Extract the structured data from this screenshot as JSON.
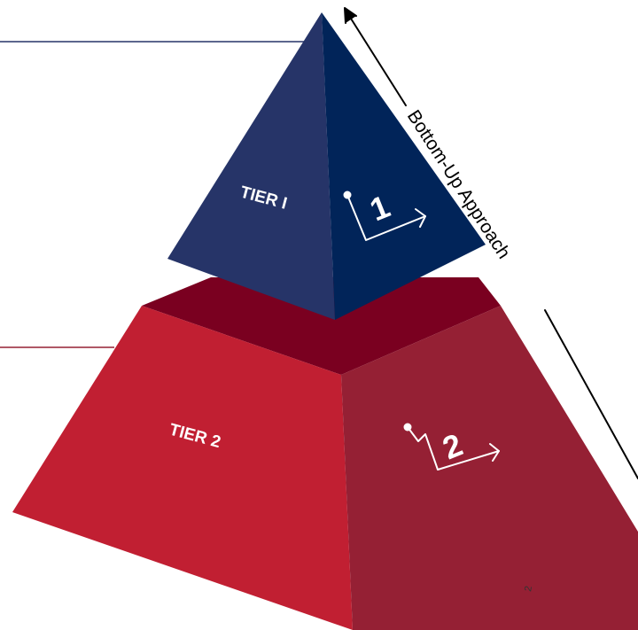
{
  "tiers": [
    {
      "label": "TIER I",
      "number": "1"
    },
    {
      "label": "TIER 2",
      "number": "2"
    }
  ],
  "approach": {
    "label": "Bottom-Up Approach"
  },
  "page_number": "2",
  "colors": {
    "tier1_left": "#263468",
    "tier1_right": "#012459",
    "tier2_top": "#7a0020",
    "tier2_front": "#c11f32",
    "tier2_right": "#952034",
    "line_blue": "#263468",
    "line_red": "#952034",
    "arrow": "#000000"
  }
}
